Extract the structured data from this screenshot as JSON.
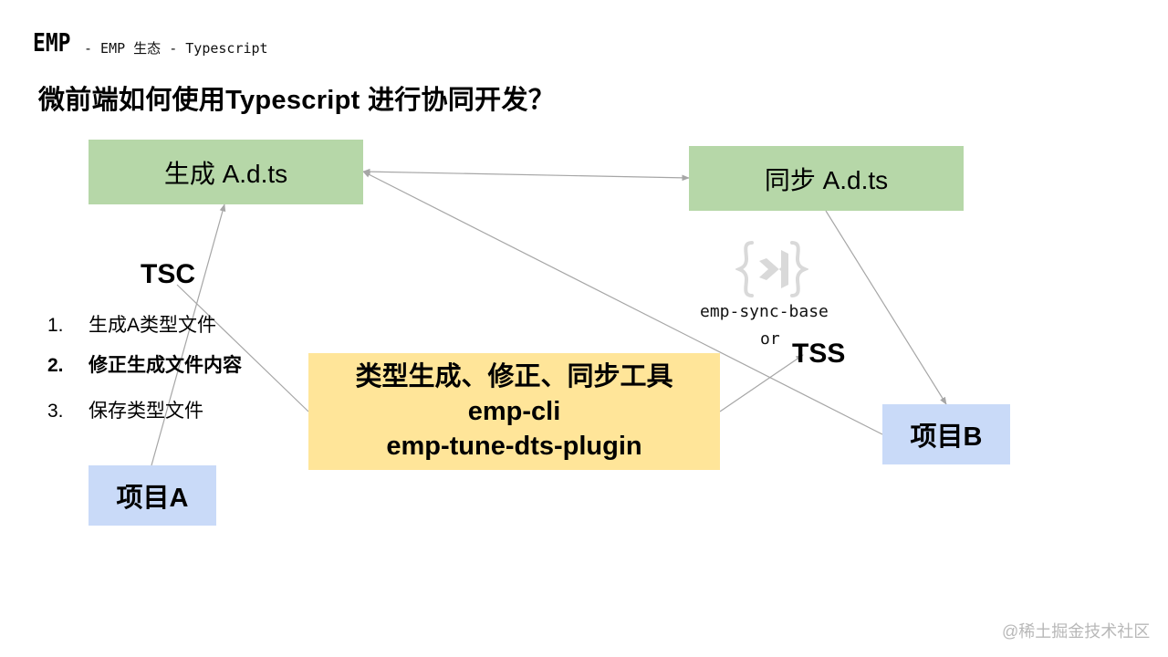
{
  "header": {
    "brand": "EMP",
    "subtitle": "- EMP 生态 - Typescript"
  },
  "slide": {
    "title": "微前端如何使用Typescript 进行协同开发？"
  },
  "diagram": {
    "generate_box": "生成 A.d.ts",
    "sync_box": "同步 A.d.ts",
    "project_a": "项目A",
    "project_b": "项目B",
    "tsc_label": "TSC",
    "tss_label": "TSS",
    "tools_box": {
      "line1": "类型生成、修正、同步工具",
      "line2": "emp-cli",
      "line3": "emp-tune-dts-plugin"
    },
    "sync_tool": "emp-sync-base",
    "or_label": "or",
    "icon": "visual-studio-code-icon",
    "colors": {
      "green": "#b6d7a8",
      "blue": "#c9daf8",
      "yellow": "#ffe599",
      "arrow": "#a6a6a6"
    }
  },
  "steps": [
    {
      "number": "1.",
      "text": "生成A类型文件"
    },
    {
      "number": "2.",
      "text": "修正生成文件内容"
    },
    {
      "number": "3.",
      "text": "保存类型文件"
    }
  ],
  "watermark": "@稀土掘金技术社区"
}
